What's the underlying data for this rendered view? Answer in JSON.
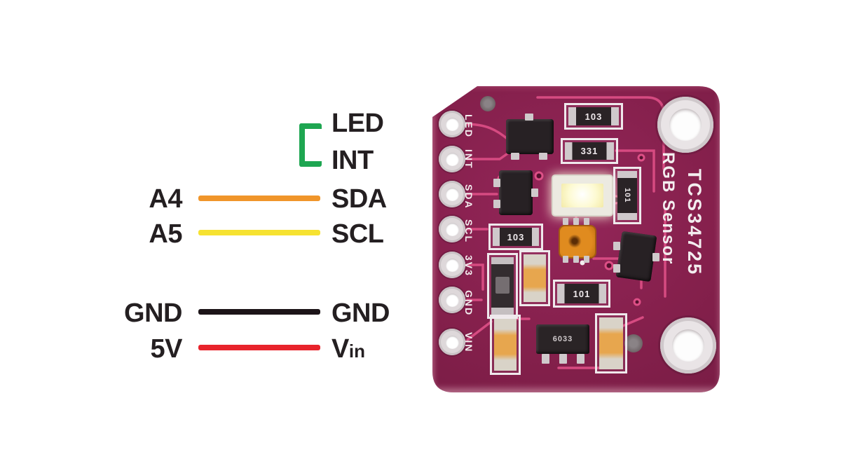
{
  "connections": {
    "rows": [
      {
        "left": "",
        "right": "LED"
      },
      {
        "left": "",
        "right": "INT"
      },
      {
        "left": "A4",
        "right": "SDA"
      },
      {
        "left": "A5",
        "right": "SCL"
      },
      {
        "left": "GND",
        "right": "GND"
      },
      {
        "left": "5V",
        "right": "V",
        "right_sub": "in"
      }
    ],
    "wire_colors": {
      "led_int_bracket": "#1ea651",
      "sda": "#f0952a",
      "scl": "#f6e231",
      "gnd": "#1c1418",
      "vin": "#e8232b"
    }
  },
  "board": {
    "pin_labels": [
      "LED",
      "INT",
      "SDA",
      "SCL",
      "3V3",
      "GND",
      "VIN"
    ],
    "title_line1": "TCS34725",
    "title_line2": "RGB Sensor",
    "component_labels": {
      "r1": "103",
      "r2": "331",
      "r3": "103",
      "r4": "101",
      "r5": "101",
      "regulator": "6033"
    },
    "colors": {
      "pcb": "#85204c",
      "trace": "#dd4f86",
      "silkscreen": "#f3edef"
    }
  }
}
